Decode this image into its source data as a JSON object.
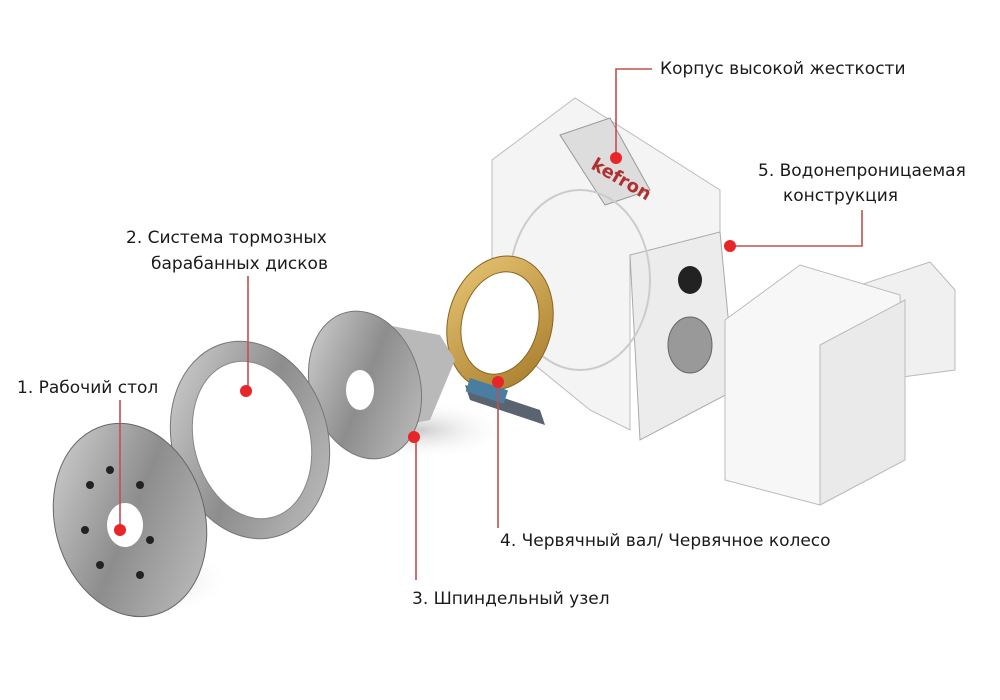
{
  "labels": {
    "housing": "Корпус высокой жесткости",
    "waterproof_line1": "5. Водонепроницаемая",
    "waterproof_line2": "конструкция",
    "brake_line1": "2. Система тормозных",
    "brake_line2": "барабанных дисков",
    "table": "1. Рабочий стол",
    "worm": "4. Червячный вал/ Червячное колесо",
    "spindle": "3. Шпиндельный узел"
  },
  "logo_text": "kefron",
  "colors": {
    "leader_line": "#c0504d",
    "marker": "#e8262a",
    "gear": "#c9a24a"
  }
}
